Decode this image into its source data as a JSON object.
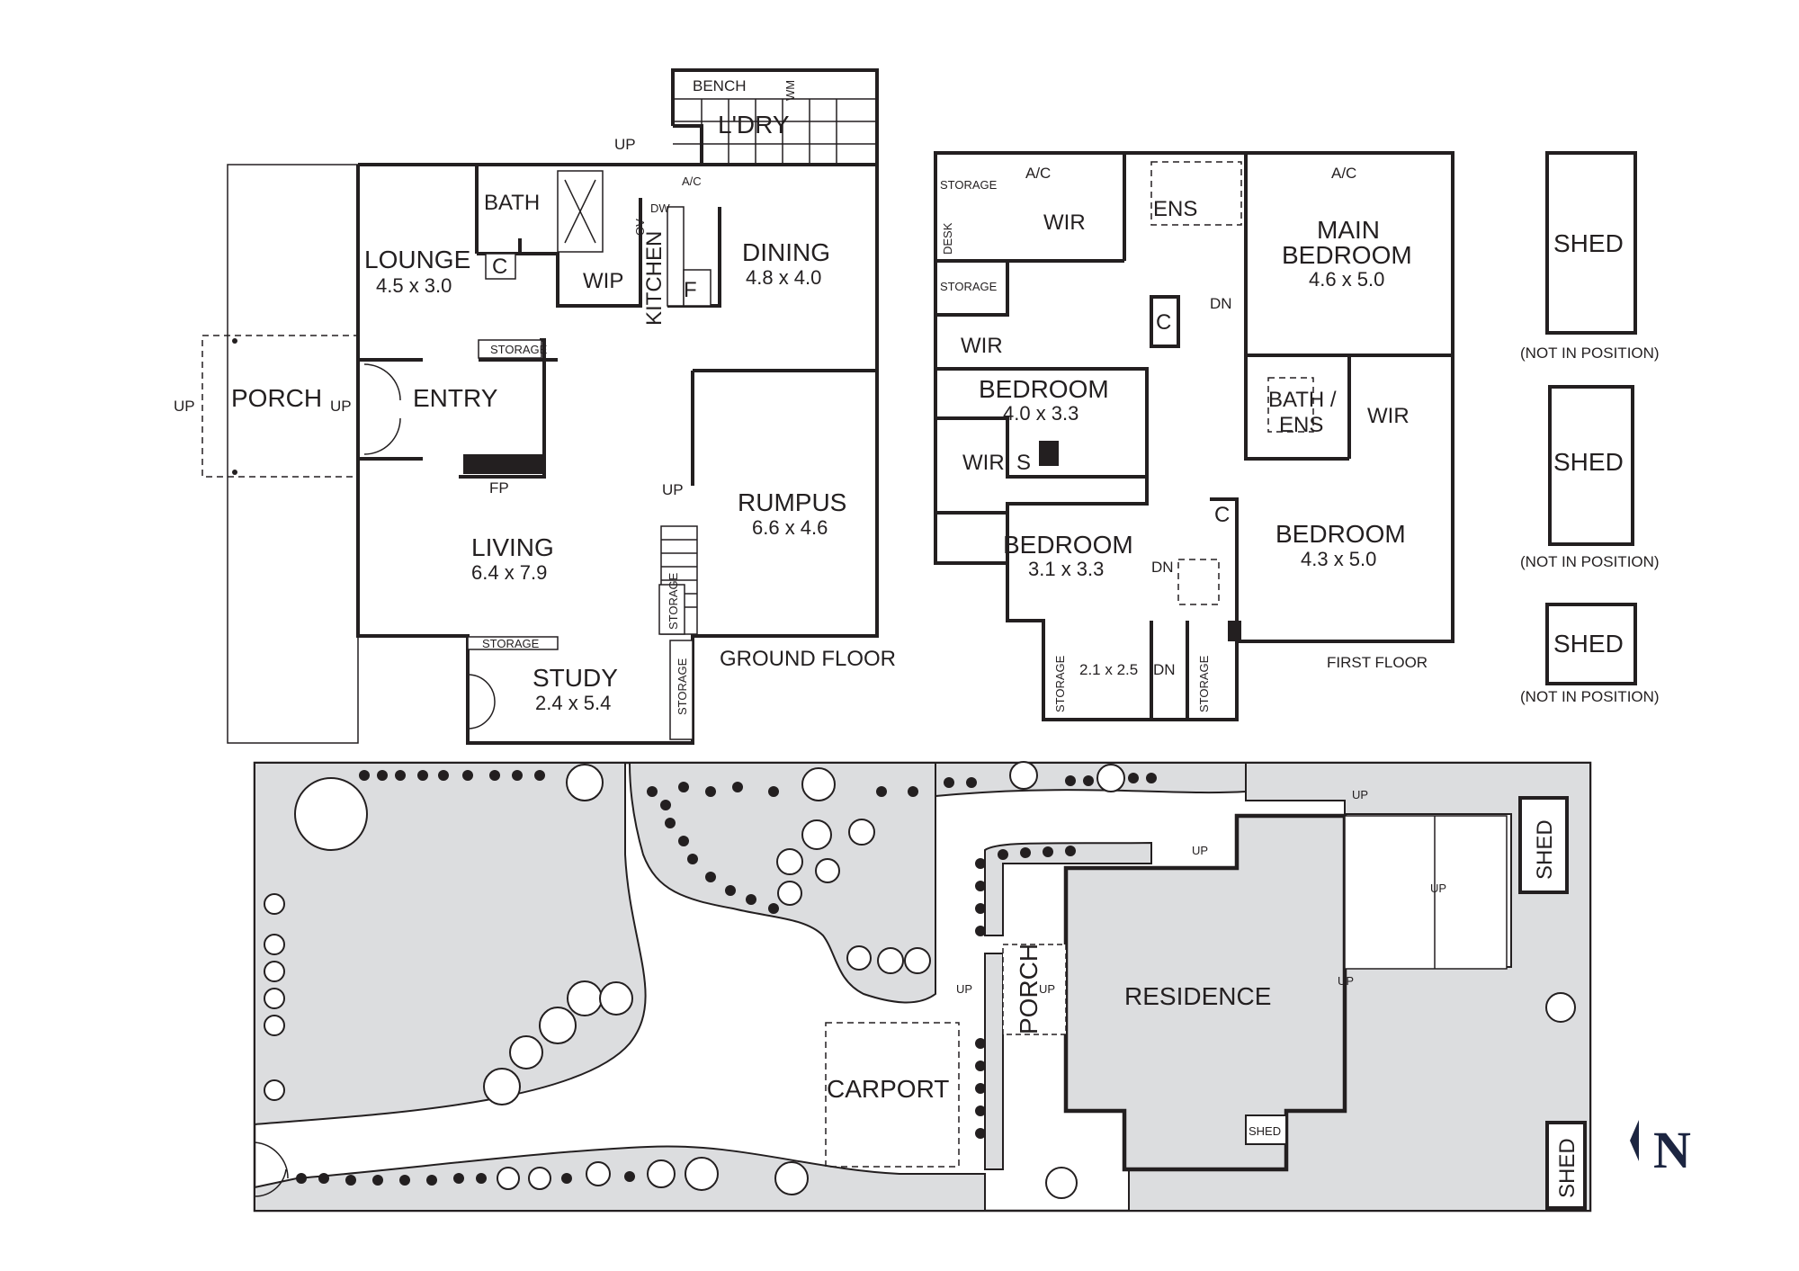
{
  "ground_floor": {
    "title": "GROUND FLOOR",
    "rooms": {
      "porch": "PORCH",
      "entry": "ENTRY",
      "lounge": "LOUNGE",
      "lounge_dim": "4.5 x 3.0",
      "bath": "BATH",
      "wip": "WIP",
      "kitchen": "KITCHEN",
      "laundry": "L'DRY",
      "dining": "DINING",
      "dining_dim": "4.8 x 4.0",
      "rumpus": "RUMPUS",
      "rumpus_dim": "6.6 x 4.6",
      "living": "LIVING",
      "living_dim": "6.4 x 7.9",
      "study": "STUDY",
      "study_dim": "2.4 x 5.4"
    },
    "fixtures": {
      "bench": "BENCH",
      "wm": "WM",
      "ac": "A/C",
      "dw": "DW",
      "ov": "OV",
      "fridge": "F",
      "cupboard": "C",
      "fireplace": "FP",
      "storage": "STORAGE",
      "up": "UP"
    }
  },
  "first_floor": {
    "title": "FIRST FLOOR",
    "rooms": {
      "wir": "WIR",
      "ens": "ENS",
      "main_bedroom_line1": "MAIN",
      "main_bedroom_line2": "BEDROOM",
      "main_bedroom_dim": "4.6 x 5.0",
      "bedroom": "BEDROOM",
      "bedroom1_dim": "4.0 x 3.3",
      "bedroom2_dim": "3.1 x 3.3",
      "bedroom3_dim": "4.3 x 5.0",
      "bath_ens_line1": "BATH /",
      "bath_ens_line2": "ENS",
      "balcony_dim": "2.1 x 2.5"
    },
    "fixtures": {
      "storage": "STORAGE",
      "desk": "DESK",
      "ac": "A/C",
      "dn": "DN",
      "cupboard": "C",
      "s": "S"
    }
  },
  "sheds": {
    "label": "SHED",
    "note": "(NOT IN POSITION)"
  },
  "site_plan": {
    "residence": "RESIDENCE",
    "porch": "PORCH",
    "carport": "CARPORT",
    "shed": "SHED",
    "up": "UP"
  },
  "north": {
    "label": "N"
  },
  "colors": {
    "ink": "#231f20",
    "grass": "#dcdddf",
    "north_mark": "#1c2541"
  }
}
